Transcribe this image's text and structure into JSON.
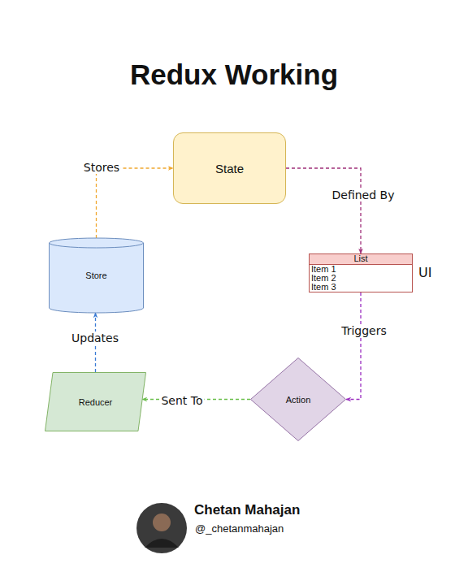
{
  "diagram": {
    "title": "Redux Working",
    "nodes": [
      {
        "text": [
          "State"
        ]
      },
      {
        "text": [
          "Store"
        ]
      },
      {
        "text": [
          "List",
          "Item 1",
          "Item 2",
          "Item 3"
        ]
      },
      {
        "text": [
          "Reducer"
        ]
      },
      {
        "text": [
          "Action"
        ]
      }
    ],
    "edges": [
      {
        "from": 1,
        "to": 0,
        "label": "Stores",
        "arrow": "to"
      },
      {
        "from": 0,
        "to": 2,
        "label": "Defined By",
        "arrow": "to"
      },
      {
        "from": 2,
        "to": 4,
        "label": "Triggers",
        "arrow": "to"
      },
      {
        "from": 4,
        "to": 3,
        "label": "Sent To",
        "arrow": "to"
      },
      {
        "from": 3,
        "to": 1,
        "label": "Updates",
        "arrow": "to"
      }
    ],
    "labels": [
      "UI",
      "Chetan Mahajan",
      "@_chetanmahajan"
    ]
  }
}
